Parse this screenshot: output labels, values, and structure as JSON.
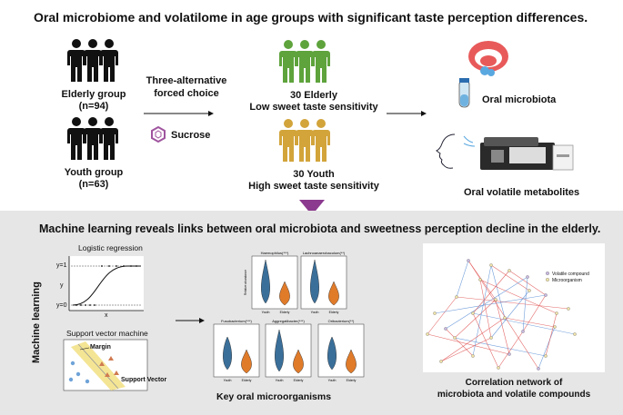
{
  "top": {
    "title": "Oral microbiome and volatilome in age groups with significant taste perception differences.",
    "elderly_group": "Elderly group",
    "elderly_n": "(n=94)",
    "youth_group": "Youth group",
    "youth_n": "(n=63)",
    "method_line1": "Three-alternative",
    "method_line2": "forced choice",
    "stimulus": "Sucrose",
    "low_line1": "30 Elderly",
    "low_line2": "Low sweet taste sensitivity",
    "high_line1": "30 Youth",
    "high_line2": "High sweet taste sensitivity",
    "oral_microbiota": "Oral microbiota",
    "oral_volatile": "Oral volatile metabolites",
    "colors": {
      "black": "#111111",
      "green": "#5ea33c",
      "gold": "#d2a43a",
      "arrow_purple": "#8b3a8f",
      "hex_purple": "#a0559f"
    }
  },
  "bottom": {
    "title": "Machine learning reveals links between oral microbiota and sweetness perception decline in the elderly.",
    "ml_label": "Machine learning",
    "logistic": {
      "title": "Logistic regression",
      "y1": "y=1",
      "y": "y",
      "y0": "y=0",
      "x": "x"
    },
    "svm": {
      "title": "Support vector machine",
      "margin": "Margin",
      "support_vector": "Support Vector"
    },
    "key_label": "Key oral microorganisms",
    "network_label_line1": "Correlation network of",
    "network_label_line2": "microbiota and volatile compounds",
    "network_legend": [
      "Volatile compound",
      "Microorganism"
    ],
    "violin_colors": {
      "youth": "#3a6f9a",
      "elderly": "#e07b2a"
    },
    "violins": [
      {
        "title": "Haemophilus(***)",
        "ylabel": "Relative abundance",
        "cats": [
          "Youth",
          "Elderly"
        ]
      },
      {
        "title": "Lachnoanaerobaculum(**)",
        "ylabel": "",
        "cats": [
          "Youth",
          "Elderly"
        ]
      },
      {
        "title": "Fusobacterium(***)",
        "ylabel": "",
        "cats": [
          "Youth",
          "Elderly"
        ]
      },
      {
        "title": "Aggregatibacter(***)",
        "ylabel": "",
        "cats": [
          "Youth",
          "Elderly"
        ]
      },
      {
        "title": "Oribacterium(**)",
        "ylabel": "",
        "cats": [
          "Youth",
          "Elderly"
        ]
      }
    ]
  }
}
